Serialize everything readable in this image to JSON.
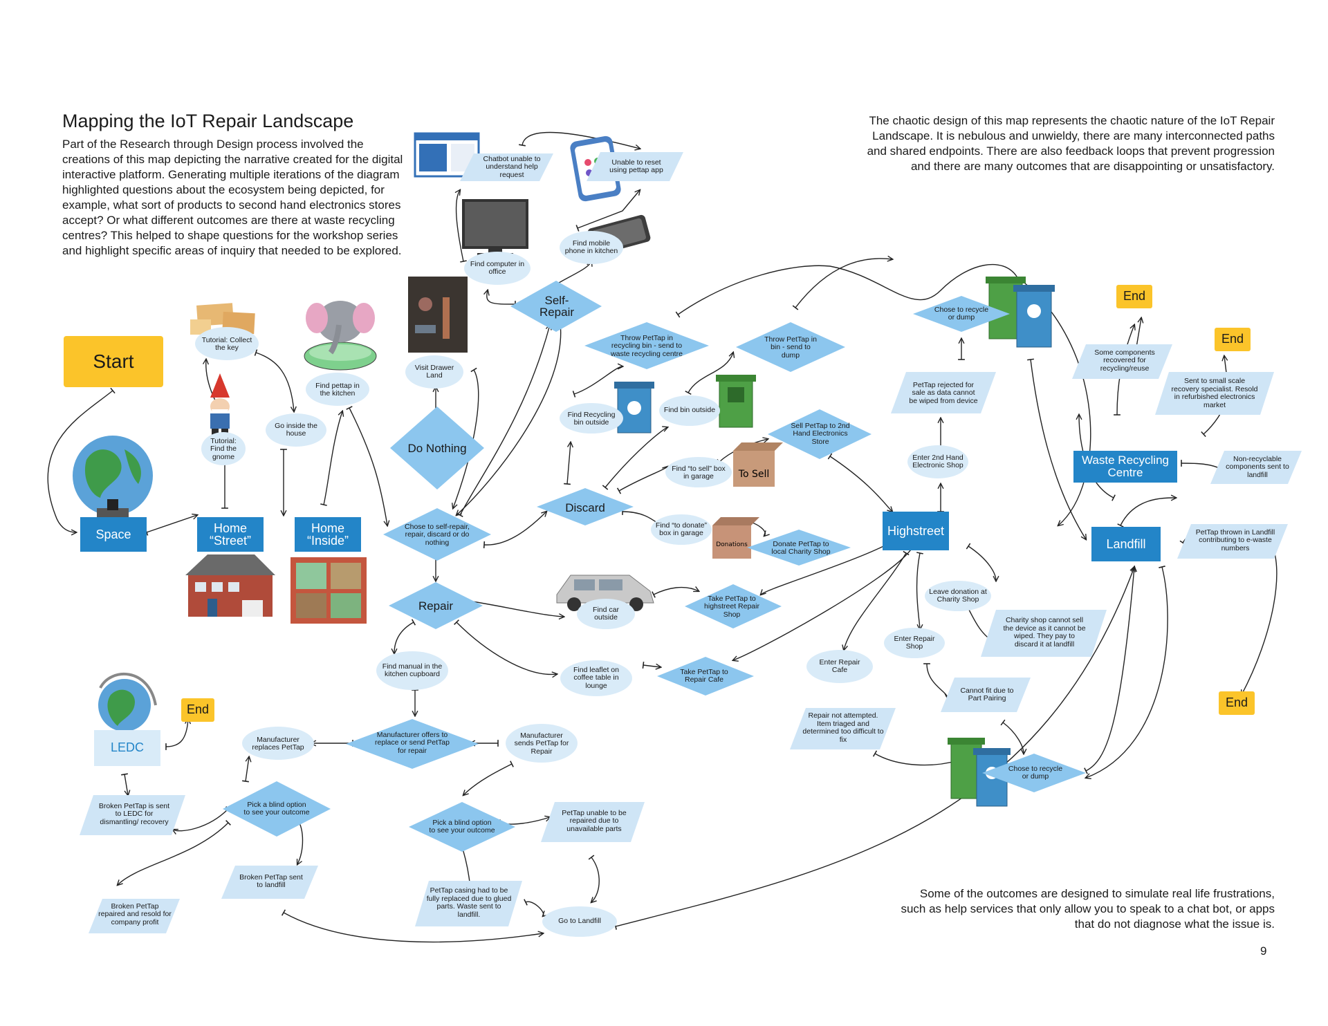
{
  "heading": "Mapping the IoT Repair Landscape",
  "intro": "Part of the Research through Design process involved the creations of this map depicting the narrative created for the digital interactive platform. Generating multiple iterations of the diagram highlighted questions about the ecosystem being depicted, for example, what sort of products to second hand electronics stores accept? Or what different outcomes are there at waste recycling centres? This helped to shape questions for the workshop series and highlight specific areas of inquiry that needed to be explored.",
  "note_right": "The chaotic design of this map represents the chaotic nature of the IoT Repair Landscape. It is nebulous and unwieldy,  there are many interconnected paths and shared endpoints. There are also feedback loops that prevent progression and there are many outcomes that are disappointing or unsatisfactory.",
  "note_bottom": "Some of the outcomes are designed to simulate real life frustrations, such as help services that only allow you to speak to a chat bot, or apps that do not diagnose what the issue is.",
  "page_number": "9",
  "nodes": {
    "start": "Start",
    "space": "Space",
    "home_street": "Home “Street”",
    "home_inside": "Home “Inside”",
    "tutorial_key": "Tutorial: Collect the key",
    "tutorial_gnome": "Tutorial: Find the gnome",
    "go_inside": "Go inside the house",
    "find_pettap": "Find pettap in the kitchen",
    "visit_drawer": "Visit Drawer Land",
    "do_nothing": "Do Nothing",
    "chose_to": "Chose to self-repair, repair, discard or do nothing",
    "self_repair": "Self-Repair",
    "find_computer": "Find computer in office",
    "chatbot": "Chatbot unable to understand help request",
    "unable_reset": "Unable to reset using pettap app",
    "find_mobile": "Find mobile phone in kitchen",
    "repair": "Repair",
    "discard": "Discard",
    "throw_recycling": "Throw PetTap in recycling bin - send to waste recycling centre",
    "throw_dump": "Throw PetTap in bin - send to dump",
    "find_recycling_bin": "Find Recycling bin outside",
    "find_bin": "Find bin outside",
    "sell_2nd": "Sell PetTap to 2nd Hand Electronics Store",
    "find_to_sell": "Find “to sell” box in garage",
    "find_to_donate": "Find “to donate” box in garage",
    "donate_charity": "Donate PetTap to local Charity Shop",
    "find_car": "Find car outside",
    "take_highstreet": "Take PetTap to highstreet Repair Shop",
    "find_leaflet": "Find leaflet on coffee table in lounge",
    "take_repair_cafe": "Take PetTap to Repair Cafe",
    "find_manual": "Find manual in the kitchen cupboard",
    "manufacturer_offers": "Manufacturer offers to replace or send PetTap for repair",
    "manufacturer_replaces": "Manufacturer replaces PetTap",
    "manufacturer_sends": "Manufacturer sends PetTap for Repair",
    "blind_option_1": "Pick a blind option to see your outcome",
    "blind_option_2": "Pick a blind option to see your outcome",
    "unable_repaired": "PetTap unable to be repaired due to unavailable parts",
    "casing_replaced": "PetTap casing had to be fully replaced due to glued parts. Waste sent to landfill.",
    "go_landfill": "Go to Landfill",
    "broken_ledc": "Broken PetTap is sent to LEDC for dismantling/ recovery",
    "broken_landfill": "Broken PetTap sent to landfill",
    "broken_resold": "Broken PetTap repaired and resold for company profit",
    "ledc": "LEDC",
    "end_ledc": "End",
    "highstreet": "Highstreet",
    "chose_recycle_top": "Chose to recycle or dump",
    "chose_recycle_bottom": "Chose to recycle or dump",
    "rejected": "PetTap rejected for sale as data cannot be wiped from device",
    "enter_2nd": "Enter 2nd Hand Electronic Shop",
    "leave_donation": "Leave donation at Charity Shop",
    "charity_cannot": "Charity shop cannot sell the device as it cannot be wiped. They pay to discard  it at landfill",
    "enter_repair_shop": "Enter Repair Shop",
    "enter_repair_cafe": "Enter Repair Cafe",
    "cannot_fit": "Cannot fit due to Part Pairing",
    "repair_not_attempted": "Repair not attempted. Item triaged and determined too difficult to fix",
    "waste_recycling": "Waste Recycling Centre",
    "landfill": "Landfill",
    "some_components": "Some components recovered for recycling/reuse",
    "sent_small": "Sent to small scale recovery specialist. Resold in refurbished electronics market",
    "non_recyclable": "Non-recyclable components sent to landfill",
    "thrown_landfill": "PetTap thrown in Landfill contributing to e-waste numbers",
    "end_1": "End",
    "end_2": "End",
    "end_3": "End"
  },
  "image_labels": {
    "to_sell_box": "To Sell",
    "donations_box": "Donations"
  },
  "colors": {
    "blue_box": "#2385c8",
    "diamond": "#8cc6ee",
    "oval": "#d9ebf8",
    "parallelogram": "#cfe5f6",
    "yellow": "#fbc42a"
  },
  "icons": [
    "globe",
    "gnome",
    "elephant",
    "house",
    "room-plan",
    "monitor",
    "phone",
    "bin",
    "box",
    "car"
  ]
}
